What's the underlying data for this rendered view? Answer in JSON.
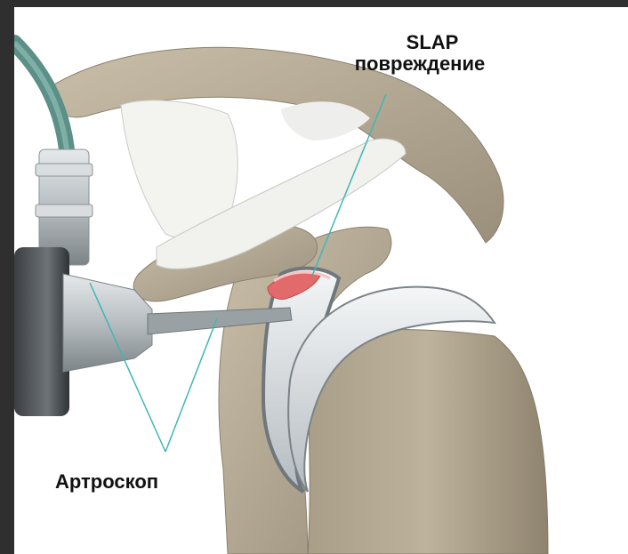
{
  "labels": {
    "slap_line1": "SLAP",
    "slap_line2": "повреждение",
    "arthroscope": "Артроскоп"
  },
  "colors": {
    "bone": "#b8ad98",
    "bone_dark": "#8d8270",
    "cartilage": "#e9edf0",
    "cartilage_shadow": "#9ea7ad",
    "tendon": "#f3f3f0",
    "injury": "#e26a6a",
    "instrument": "#c9ced1",
    "instrument_dark": "#5d6366",
    "tube": "#5c8f87",
    "leader": "#3fb7b4",
    "frame": "#2f2f2f"
  }
}
